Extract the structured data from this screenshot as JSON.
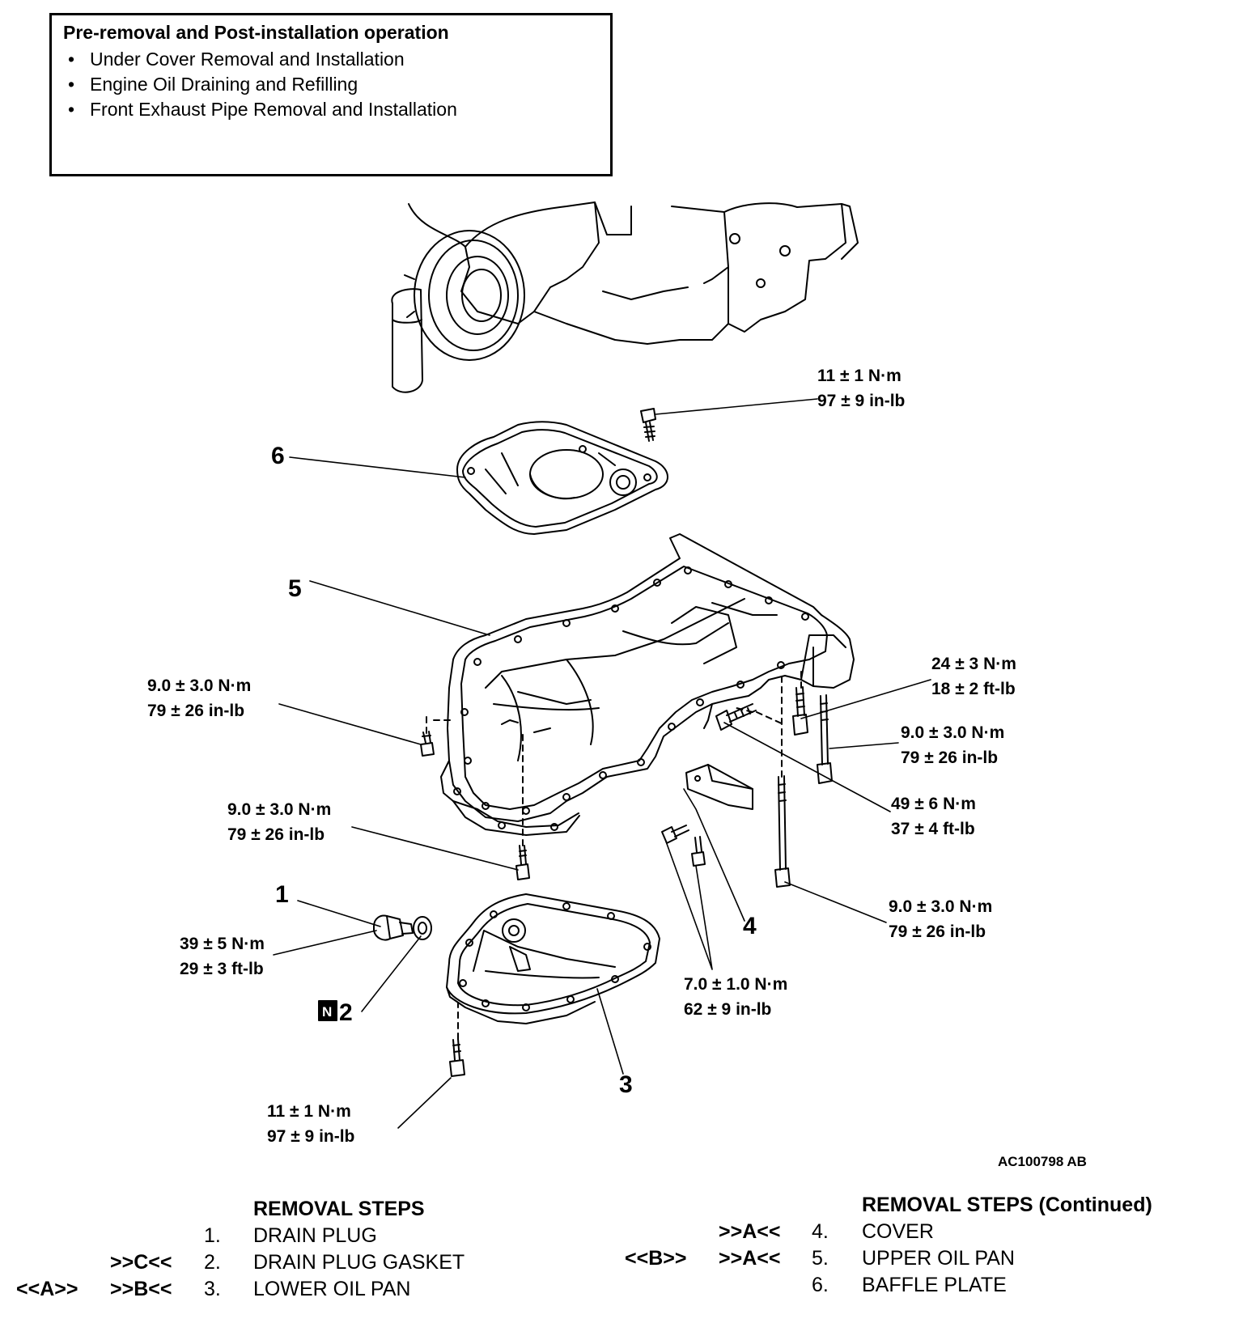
{
  "pre_operations": {
    "title": "Pre-removal and Post-installation operation",
    "items": [
      "Under Cover Removal and Installation",
      "Engine Oil Draining and Refilling",
      "Front Exhaust Pipe Removal and Installation"
    ]
  },
  "diagram": {
    "part_numbers": [
      "1",
      "2",
      "3",
      "4",
      "5",
      "6"
    ],
    "new_part_marker": "N",
    "figure_code": "AC100798 AB",
    "torque": {
      "t11_top": [
        "11 ± 1 N·m",
        "97 ± 9 in-lb"
      ],
      "t24": [
        "24 ± 3 N·m",
        "18 ± 2 ft-lb"
      ],
      "t9_upper_left": [
        "9.0 ± 3.0 N·m",
        "79 ± 26 in-lb"
      ],
      "t9_right_mid": [
        "9.0 ± 3.0 N·m",
        "79 ± 26 in-lb"
      ],
      "t49": [
        "49 ± 6 N·m",
        "37 ± 4 ft-lb"
      ],
      "t9_center": [
        "9.0 ± 3.0 N·m",
        "79 ± 26 in-lb"
      ],
      "t9_right_low": [
        "9.0 ± 3.0 N·m",
        "79 ± 26 in-lb"
      ],
      "t39": [
        "39 ± 5 N·m",
        "29 ± 3 ft-lb"
      ],
      "t7": [
        "7.0 ± 1.0 N·m",
        "62 ± 9 in-lb"
      ],
      "t11_bottom": [
        "11 ± 1 N·m",
        "97 ± 9 in-lb"
      ]
    }
  },
  "removal_steps": {
    "title": "REMOVAL STEPS",
    "steps": [
      {
        "pre": "",
        "post": "",
        "num": "1.",
        "name": "DRAIN PLUG"
      },
      {
        "pre": "",
        "post": ">>C<<",
        "num": "2.",
        "name": "DRAIN PLUG GASKET"
      },
      {
        "pre": "<<A>>",
        "post": ">>B<<",
        "num": "3.",
        "name": "LOWER OIL PAN"
      }
    ]
  },
  "removal_steps_continued": {
    "title": "REMOVAL STEPS (Continued)",
    "steps": [
      {
        "pre": "",
        "post": ">>A<<",
        "num": "4.",
        "name": "COVER"
      },
      {
        "pre": "<<B>>",
        "post": ">>A<<",
        "num": "5.",
        "name": "UPPER OIL PAN"
      },
      {
        "pre": "",
        "post": "",
        "num": "6.",
        "name": "BAFFLE PLATE"
      }
    ]
  }
}
